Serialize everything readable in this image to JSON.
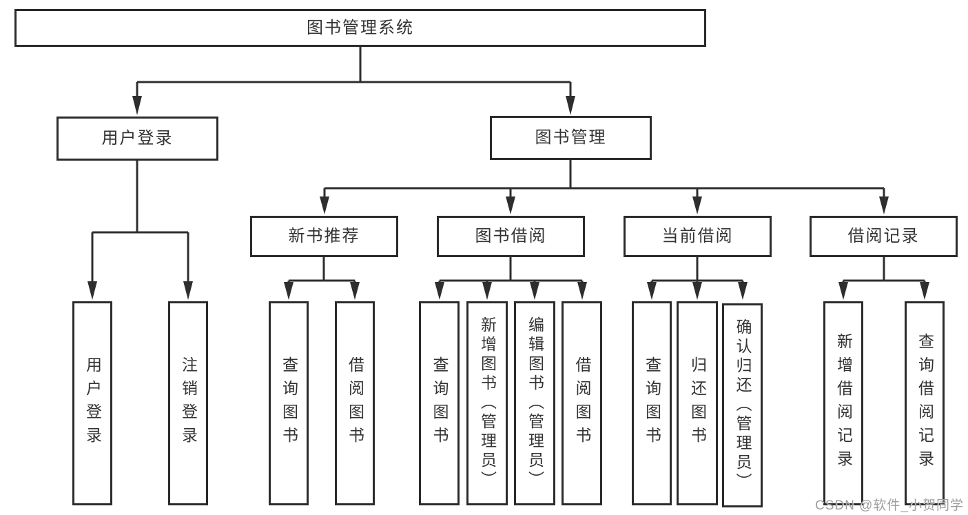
{
  "diagram_title": "图书管理系统",
  "tree": {
    "label": "图书管理系统",
    "children": [
      {
        "label": "用户登录",
        "children": [
          {
            "label": "用户登录"
          },
          {
            "label": "注销登录"
          }
        ]
      },
      {
        "label": "图书管理",
        "children": [
          {
            "label": "新书推荐",
            "children": [
              {
                "label": "查询图书"
              },
              {
                "label": "借阅图书"
              }
            ]
          },
          {
            "label": "图书借阅",
            "children": [
              {
                "label": "查询图书"
              },
              {
                "label": "新增图书（管理员）"
              },
              {
                "label": "编辑图书（管理员）"
              },
              {
                "label": "借阅图书"
              }
            ]
          },
          {
            "label": "当前借阅",
            "children": [
              {
                "label": "查询图书"
              },
              {
                "label": "归还图书"
              },
              {
                "label": "确认归还（管理员）"
              }
            ]
          },
          {
            "label": "借阅记录",
            "children": [
              {
                "label": "新增借阅记录"
              },
              {
                "label": "查询借阅记录"
              }
            ]
          }
        ]
      }
    ]
  },
  "watermark": {
    "text": "CSDN @软件_小贺同学"
  },
  "colors": {
    "line": "#2e2e2e",
    "box_border": "#2b2b2b",
    "text": "#333333",
    "watermark": "#9e9e9e",
    "background": "#ffffff"
  }
}
